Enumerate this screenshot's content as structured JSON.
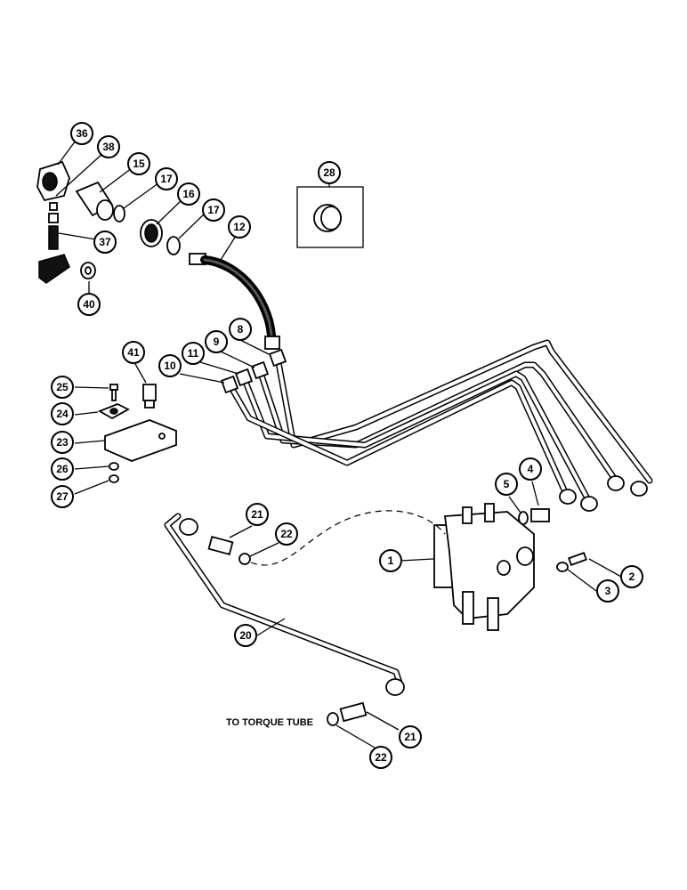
{
  "callouts": [
    {
      "id": "36",
      "label": "36"
    },
    {
      "id": "38",
      "label": "38"
    },
    {
      "id": "15",
      "label": "15"
    },
    {
      "id": "17a",
      "label": "17"
    },
    {
      "id": "16",
      "label": "16"
    },
    {
      "id": "17b",
      "label": "17"
    },
    {
      "id": "12",
      "label": "12"
    },
    {
      "id": "28",
      "label": "28"
    },
    {
      "id": "37",
      "label": "37"
    },
    {
      "id": "40",
      "label": "40"
    },
    {
      "id": "8",
      "label": "8"
    },
    {
      "id": "9",
      "label": "9"
    },
    {
      "id": "11",
      "label": "11"
    },
    {
      "id": "10",
      "label": "10"
    },
    {
      "id": "41",
      "label": "41"
    },
    {
      "id": "25",
      "label": "25"
    },
    {
      "id": "24",
      "label": "24"
    },
    {
      "id": "23",
      "label": "23"
    },
    {
      "id": "26",
      "label": "26"
    },
    {
      "id": "27",
      "label": "27"
    },
    {
      "id": "5",
      "label": "5"
    },
    {
      "id": "4",
      "label": "4"
    },
    {
      "id": "21a",
      "label": "21"
    },
    {
      "id": "22a",
      "label": "22"
    },
    {
      "id": "1",
      "label": "1"
    },
    {
      "id": "2",
      "label": "2"
    },
    {
      "id": "3",
      "label": "3"
    },
    {
      "id": "20",
      "label": "20"
    },
    {
      "id": "21b",
      "label": "21"
    },
    {
      "id": "22b",
      "label": "22"
    }
  ],
  "annotations": {
    "to_torque_tube": "TO TORQUE TUBE"
  }
}
